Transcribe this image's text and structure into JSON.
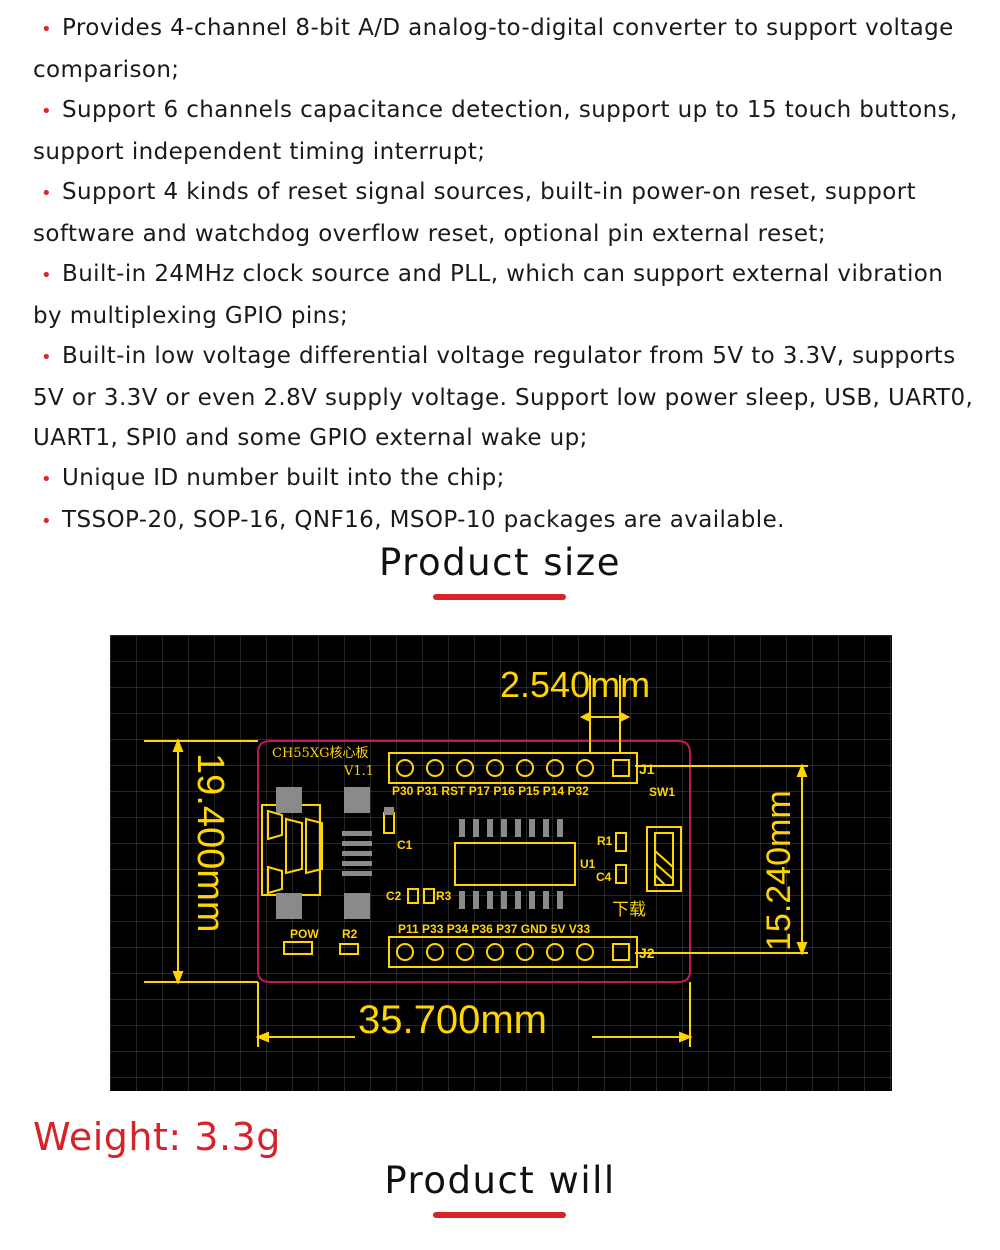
{
  "features": [
    {
      "text": "Provides 4-channel 8-bit A/D analog-to-digital converter to support voltage comparison;"
    },
    {
      "text": "Support 6 channels capacitance detection, support up to 15 touch buttons, support independent timing interrupt;"
    },
    {
      "text": "Support 4 kinds of reset signal sources, built-in power-on reset, support software and watchdog overflow reset, optional pin external reset;"
    },
    {
      "text": "Built-in 24MHz clock source and PLL, which can support external vibration by multiplexing GPIO pins;"
    },
    {
      "text": "Built-in low voltage differential voltage regulator from 5V to 3.3V, supports 5V or 3.3V or even 2.8V supply voltage. Support low power sleep, USB, UART0, UART1, SPI0 and some GPIO external wake up;"
    },
    {
      "text": "Unique ID number built into the chip;"
    },
    {
      "text": "TSSOP-20, SOP-16, QNF16, MSOP-10 packages are available."
    }
  ],
  "sections": {
    "size_title": "Product size",
    "will_title": "Product will"
  },
  "weight": "Weight: 3.3g",
  "pcb": {
    "dim_pitch": "2.540mm",
    "dim_height": "19.400mm",
    "dim_row": "15.240mm",
    "dim_width": "35.700mm",
    "board_name": "CH55XG核心板",
    "board_version": "V1.1",
    "top_pins": "P30 P31 RST P17 P16 P15 P14 P32",
    "bottom_pins": "P11 P33 P34 P36 P37 GND 5V V33",
    "label_j1": "J1",
    "label_j2": "J2",
    "label_sw1": "SW1",
    "label_c1": "C1",
    "label_c2": "C2",
    "label_r3": "R3",
    "label_r1": "R1",
    "label_u1": "U1",
    "label_c4": "C4",
    "label_download": "下载",
    "label_pow": "POW",
    "label_r2": "R2",
    "colors": {
      "background": "#000000",
      "grid": "#4a4a4a",
      "silk": "#ffd400",
      "outline": "#c2185b",
      "dimension": "#ffd400"
    }
  },
  "colors": {
    "accent": "#d9222a",
    "weight_text": "#d7222a"
  }
}
